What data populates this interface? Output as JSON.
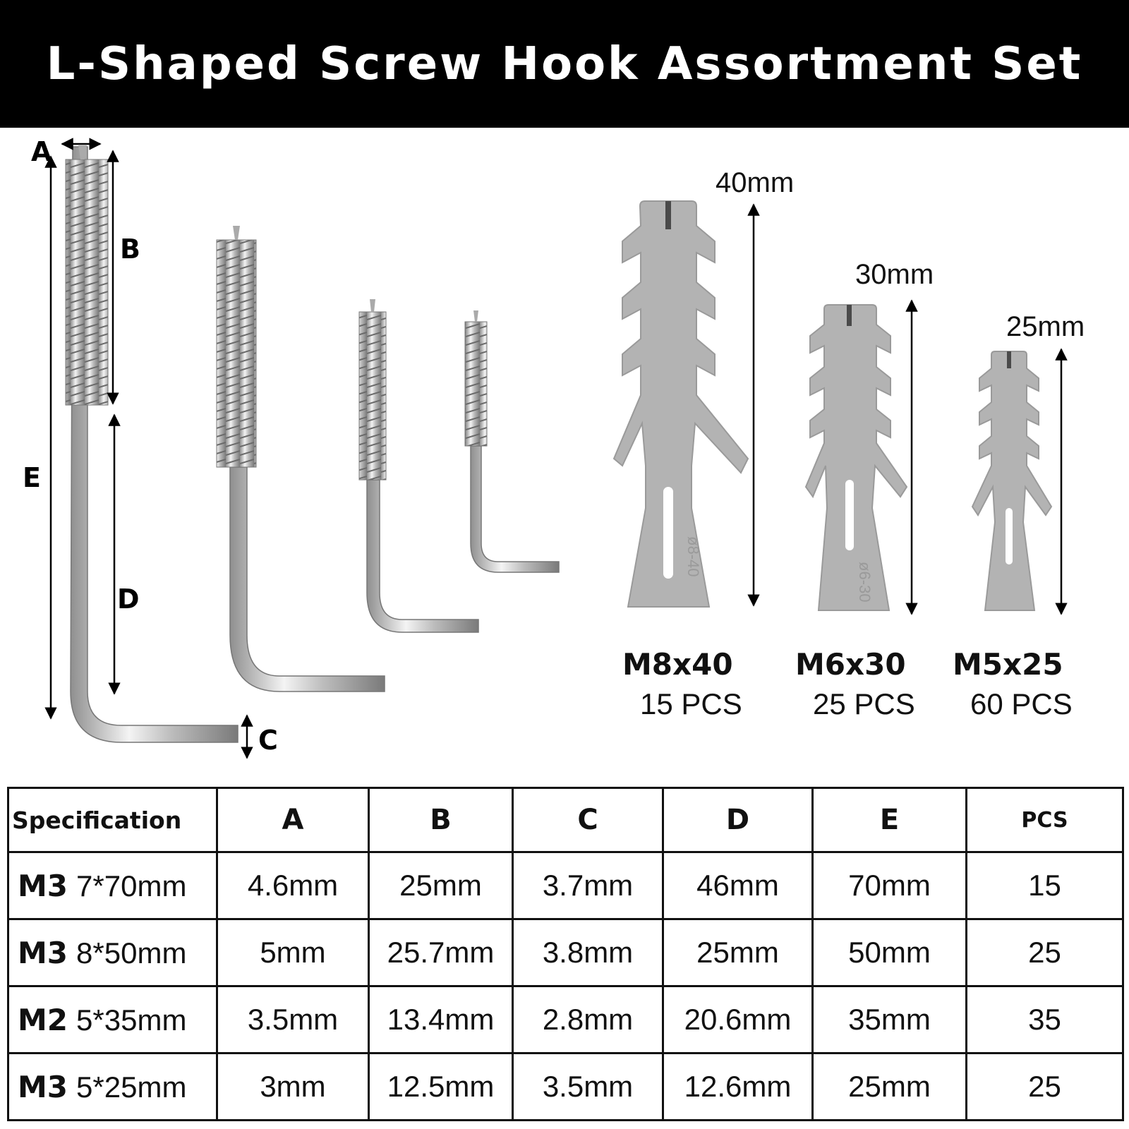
{
  "title": "L-Shaped Screw Hook Assortment Set",
  "diagram": {
    "dimension_letters": {
      "a": "A",
      "b": "B",
      "c": "C",
      "d": "D",
      "e": "E"
    }
  },
  "anchors": [
    {
      "length": "40mm",
      "size": "M8x40",
      "quantity": "15",
      "unit": "PCS",
      "marking": "ø8-40"
    },
    {
      "length": "30mm",
      "size": "M6x30",
      "quantity": "25",
      "unit": "PCS",
      "marking": "ø6-30"
    },
    {
      "length": "25mm",
      "size": "M5x25",
      "quantity": "60",
      "unit": "PCS",
      "marking": ""
    }
  ],
  "table": {
    "headers": [
      "Specification",
      "A",
      "B",
      "C",
      "D",
      "E",
      "PCS"
    ],
    "rows": [
      {
        "grade": "M3",
        "size": "7*70mm",
        "a": "4.6mm",
        "b": "25mm",
        "c": "3.7mm",
        "d": "46mm",
        "e": "70mm",
        "pcs": "15"
      },
      {
        "grade": "M3",
        "size": "8*50mm",
        "a": "5mm",
        "b": "25.7mm",
        "c": "3.8mm",
        "d": "25mm",
        "e": "50mm",
        "pcs": "25"
      },
      {
        "grade": "M2",
        "size": "5*35mm",
        "a": "3.5mm",
        "b": "13.4mm",
        "c": "2.8mm",
        "d": "20.6mm",
        "e": "35mm",
        "pcs": "35"
      },
      {
        "grade": "M3",
        "size": "5*25mm",
        "a": "3mm",
        "b": "12.5mm",
        "c": "3.5mm",
        "d": "12.6mm",
        "e": "25mm",
        "pcs": "25"
      }
    ]
  },
  "colors": {
    "banner": "#000000",
    "banner_text": "#ffffff",
    "anchor_plastic": "#b3b3b3",
    "steel": "#c9c9c9"
  }
}
